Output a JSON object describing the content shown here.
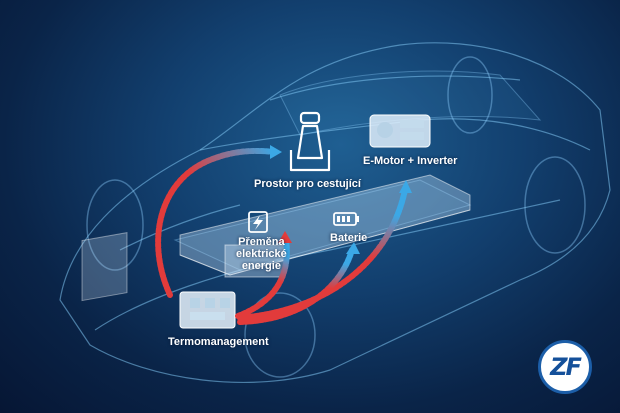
{
  "labels": {
    "passenger": "Prostor pro cestující",
    "emotor": "E-Motor + Inverter",
    "conversion": "Přeměna\nelektrické\nenergie",
    "battery": "Baterie",
    "thermal": "Termomanagement"
  },
  "logo": {
    "text": "ZF"
  },
  "icons": {
    "seat": "car-seat-icon",
    "conversion": "lightning-icon",
    "battery": "battery-icon"
  },
  "colors": {
    "arrow_hot": "#e23b3b",
    "arrow_cold": "#3ba8e6",
    "logo_blue": "#14509a"
  }
}
